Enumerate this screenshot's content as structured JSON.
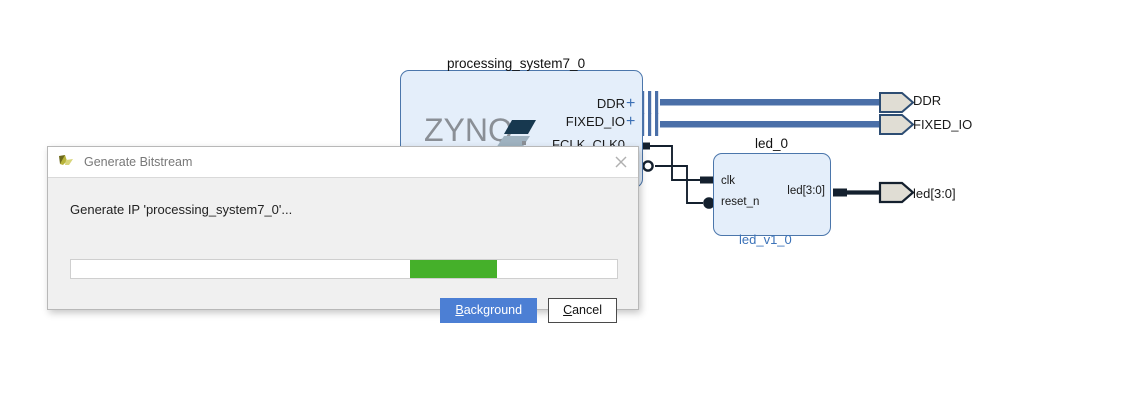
{
  "diagram": {
    "ps7": {
      "name": "processing_system7_0",
      "logo_text": "ZYNQ",
      "ports": [
        {
          "label": "DDR",
          "expand": "+"
        },
        {
          "label": "FIXED_IO",
          "expand": "+"
        },
        {
          "label": "FCLK_CLK0",
          "expand": ""
        }
      ]
    },
    "led": {
      "name": "led_0",
      "subname": "led_v1_0",
      "in_ports": [
        "clk",
        "reset_n"
      ],
      "out_ports": [
        "led[3:0]"
      ]
    },
    "external_ports": [
      {
        "label": "DDR"
      },
      {
        "label": "FIXED_IO"
      },
      {
        "label": "led[3:0]"
      }
    ],
    "colors": {
      "block_fill": "#e4eefa",
      "block_border": "#4b76ab",
      "bus_wire": "#4a6fa8",
      "signal_wire": "#14202e",
      "subname_text": "#3b72b8",
      "port_plus": "#3a6fb5",
      "ext_port_fill": "#e0ddd4",
      "ext_port_border": "#4b76ab"
    }
  },
  "dialog": {
    "title": "Generate Bitstream",
    "icon": "vivado-logo-icon",
    "close_icon": "close-icon",
    "message": "Generate IP 'processing_system7_0'...",
    "progress": {
      "indeterminate": true,
      "chunk_left_pct": 62,
      "chunk_width_pct": 16,
      "bar_color": "#45b02a",
      "track_color": "#ffffff"
    },
    "buttons": [
      {
        "name": "background",
        "label": "Background",
        "mnemonic": "B",
        "primary": true,
        "color": "#4c7fd4"
      },
      {
        "name": "cancel",
        "label": "Cancel",
        "mnemonic": "C",
        "primary": false,
        "color": "#ffffff"
      }
    ]
  }
}
